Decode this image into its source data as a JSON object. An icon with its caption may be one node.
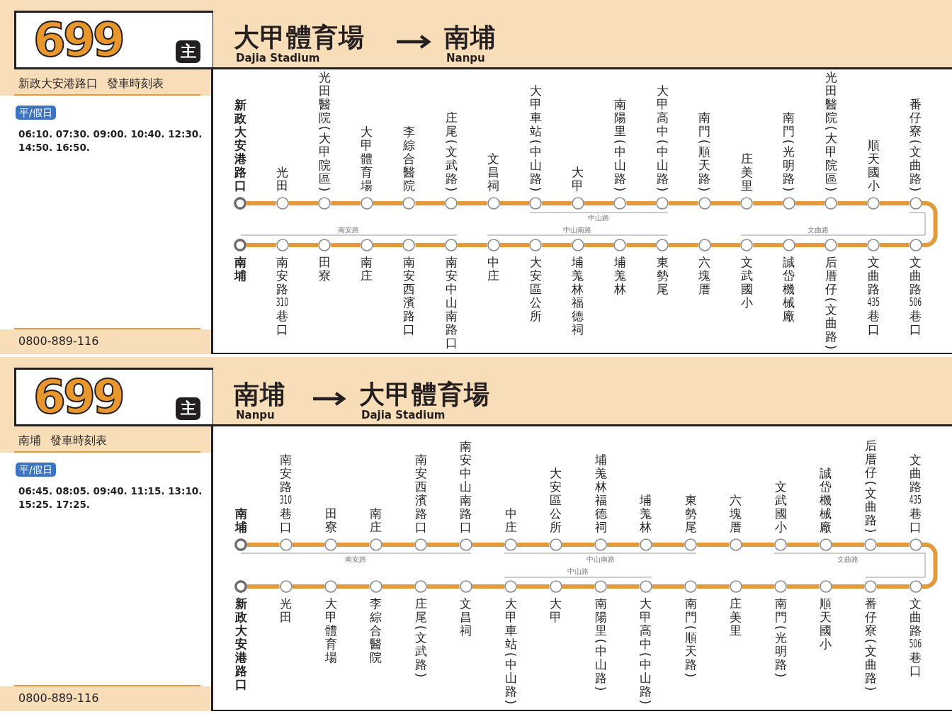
{
  "diagram": {
    "nodes": [
      {
        "text": [
          "699"
        ]
      },
      {
        "text": [
          "主"
        ],
        "in": 0
      },
      {
        "text": [
          "大甲體育場",
          "Dajia Stadium"
        ]
      },
      {
        "text": [
          "南埔",
          "Nanpu"
        ]
      },
      {
        "text": [
          "平/假日"
        ]
      },
      {
        "text": [
          "新政大安港路口"
        ]
      },
      {
        "text": [
          "光田"
        ]
      },
      {
        "text": [
          "光田醫院(大甲院區)"
        ]
      },
      {
        "text": [
          "大甲體育場"
        ]
      },
      {
        "text": [
          "李綜合醫院"
        ]
      },
      {
        "text": [
          "庄尾(文武路)"
        ]
      },
      {
        "text": [
          "文昌祠"
        ]
      },
      {
        "text": [
          "大甲車站(中山路)"
        ]
      },
      {
        "text": [
          "大甲"
        ]
      },
      {
        "text": [
          "南陽里(中山路)"
        ]
      },
      {
        "text": [
          "大甲高中(中山路)"
        ]
      },
      {
        "text": [
          "南門(順天路)"
        ]
      },
      {
        "text": [
          "庄美里"
        ]
      },
      {
        "text": [
          "南門(光明路)"
        ]
      },
      {
        "text": [
          "光田醫院(大甲院區)"
        ]
      },
      {
        "text": [
          "順天國小"
        ]
      },
      {
        "text": [
          "番仔寮(文曲路)"
        ]
      },
      {
        "text": [
          "南埔"
        ]
      },
      {
        "text": [
          "南安路310巷口"
        ]
      },
      {
        "text": [
          "田寮"
        ]
      },
      {
        "text": [
          "南庄"
        ]
      },
      {
        "text": [
          "南安西濱路口"
        ]
      },
      {
        "text": [
          "南安中山南路口"
        ]
      },
      {
        "text": [
          "中庄"
        ]
      },
      {
        "text": [
          "大安區公所"
        ]
      },
      {
        "text": [
          "埔羗林福德祠"
        ]
      },
      {
        "text": [
          "埔羗林"
        ]
      },
      {
        "text": [
          "東勢尾"
        ]
      },
      {
        "text": [
          "六塊厝"
        ]
      },
      {
        "text": [
          "文武國小"
        ]
      },
      {
        "text": [
          "誠岱機械廠"
        ]
      },
      {
        "text": [
          "后厝仔(文曲路)"
        ]
      },
      {
        "text": [
          "文曲路435巷口"
        ]
      },
      {
        "text": [
          "文曲路506巷口"
        ]
      },
      {
        "text": [
          "699"
        ]
      },
      {
        "text": [
          "主"
        ],
        "in": 39
      },
      {
        "text": [
          "南埔",
          "Nanpu"
        ]
      },
      {
        "text": [
          "大甲體育場",
          "Dajia Stadium"
        ]
      },
      {
        "text": [
          "平/假日"
        ]
      },
      {
        "text": [
          "南埔"
        ]
      },
      {
        "text": [
          "南安路310巷口"
        ]
      },
      {
        "text": [
          "田寮"
        ]
      },
      {
        "text": [
          "南庄"
        ]
      },
      {
        "text": [
          "南安西濱路口"
        ]
      },
      {
        "text": [
          "南安中山南路口"
        ]
      },
      {
        "text": [
          "中庄"
        ]
      },
      {
        "text": [
          "大安區公所"
        ]
      },
      {
        "text": [
          "埔羗林福德祠"
        ]
      },
      {
        "text": [
          "埔羗林"
        ]
      },
      {
        "text": [
          "東勢尾"
        ]
      },
      {
        "text": [
          "六塊厝"
        ]
      },
      {
        "text": [
          "文武國小"
        ]
      },
      {
        "text": [
          "誠岱機械廠"
        ]
      },
      {
        "text": [
          "后厝仔(文曲路)"
        ]
      },
      {
        "text": [
          "文曲路435巷口"
        ]
      },
      {
        "text": [
          "新政大安港路口"
        ]
      },
      {
        "text": [
          "光田"
        ]
      },
      {
        "text": [
          "大甲體育場"
        ]
      },
      {
        "text": [
          "李綜合醫院"
        ]
      },
      {
        "text": [
          "庄尾(文武路)"
        ]
      },
      {
        "text": [
          "文昌祠"
        ]
      },
      {
        "text": [
          "大甲車站(中山路)"
        ]
      },
      {
        "text": [
          "大甲"
        ]
      },
      {
        "text": [
          "南陽里(中山路)"
        ]
      },
      {
        "text": [
          "大甲高中(中山路)"
        ]
      },
      {
        "text": [
          "南門(順天路)"
        ]
      },
      {
        "text": [
          "庄美里"
        ]
      },
      {
        "text": [
          "南門(光明路)"
        ]
      },
      {
        "text": [
          "順天國小"
        ]
      },
      {
        "text": [
          "番仔寮(文曲路)"
        ]
      },
      {
        "text": [
          "文曲路506巷口"
        ]
      }
    ],
    "edges": [
      {
        "from": 2,
        "to": 3,
        "arrow": "to",
        "color": "#231f20"
      },
      {
        "from": 5,
        "to": 6,
        "arrow": "none"
      },
      {
        "from": 6,
        "to": 7,
        "arrow": "none"
      },
      {
        "from": 7,
        "to": 8,
        "arrow": "none"
      },
      {
        "from": 8,
        "to": 9,
        "arrow": "none"
      },
      {
        "from": 9,
        "to": 10,
        "arrow": "none"
      },
      {
        "from": 10,
        "to": 11,
        "arrow": "none"
      },
      {
        "from": 11,
        "to": 12,
        "arrow": "none"
      },
      {
        "from": 12,
        "to": 13,
        "arrow": "none"
      },
      {
        "from": 13,
        "to": 14,
        "arrow": "none"
      },
      {
        "from": 14,
        "to": 15,
        "arrow": "none"
      },
      {
        "from": 15,
        "to": 16,
        "arrow": "none"
      },
      {
        "from": 16,
        "to": 17,
        "arrow": "none"
      },
      {
        "from": 17,
        "to": 18,
        "arrow": "none"
      },
      {
        "from": 18,
        "to": 19,
        "arrow": "none"
      },
      {
        "from": 19,
        "to": 20,
        "arrow": "none"
      },
      {
        "from": 20,
        "to": 21,
        "arrow": "none"
      },
      {
        "from": 21,
        "to": 38,
        "arrow": "none"
      },
      {
        "from": 38,
        "to": 37,
        "arrow": "none"
      },
      {
        "from": 37,
        "to": 36,
        "arrow": "none"
      },
      {
        "from": 36,
        "to": 35,
        "arrow": "none"
      },
      {
        "from": 35,
        "to": 34,
        "arrow": "none"
      },
      {
        "from": 34,
        "to": 33,
        "arrow": "none"
      },
      {
        "from": 33,
        "to": 32,
        "arrow": "none"
      },
      {
        "from": 32,
        "to": 31,
        "arrow": "none"
      },
      {
        "from": 31,
        "to": 30,
        "arrow": "none"
      },
      {
        "from": 30,
        "to": 29,
        "arrow": "none"
      },
      {
        "from": 29,
        "to": 28,
        "arrow": "none"
      },
      {
        "from": 28,
        "to": 27,
        "arrow": "none"
      },
      {
        "from": 27,
        "to": 26,
        "arrow": "none"
      },
      {
        "from": 26,
        "to": 25,
        "arrow": "none"
      },
      {
        "from": 25,
        "to": 24,
        "arrow": "none"
      },
      {
        "from": 24,
        "to": 23,
        "arrow": "none"
      },
      {
        "from": 23,
        "to": 22,
        "arrow": "none"
      },
      {
        "from": 41,
        "to": 42,
        "arrow": "to",
        "color": "#231f20"
      },
      {
        "from": 44,
        "to": 45,
        "arrow": "none"
      },
      {
        "from": 45,
        "to": 46,
        "arrow": "none"
      },
      {
        "from": 46,
        "to": 47,
        "arrow": "none"
      },
      {
        "from": 47,
        "to": 48,
        "arrow": "none"
      },
      {
        "from": 48,
        "to": 49,
        "arrow": "none"
      },
      {
        "from": 49,
        "to": 50,
        "arrow": "none"
      },
      {
        "from": 50,
        "to": 51,
        "arrow": "none"
      },
      {
        "from": 51,
        "to": 52,
        "arrow": "none"
      },
      {
        "from": 52,
        "to": 53,
        "arrow": "none"
      },
      {
        "from": 53,
        "to": 54,
        "arrow": "none"
      },
      {
        "from": 54,
        "to": 55,
        "arrow": "none"
      },
      {
        "from": 55,
        "to": 56,
        "arrow": "none"
      },
      {
        "from": 56,
        "to": 57,
        "arrow": "none"
      },
      {
        "from": 57,
        "to": 58,
        "arrow": "none"
      },
      {
        "from": 58,
        "to": 59,
        "arrow": "none"
      },
      {
        "from": 59,
        "to": 75,
        "arrow": "none"
      },
      {
        "from": 75,
        "to": 74,
        "arrow": "none"
      },
      {
        "from": 74,
        "to": 73,
        "arrow": "none"
      },
      {
        "from": 73,
        "to": 72,
        "arrow": "none"
      },
      {
        "from": 72,
        "to": 71,
        "arrow": "none"
      },
      {
        "from": 71,
        "to": 70,
        "arrow": "none"
      },
      {
        "from": 70,
        "to": 69,
        "arrow": "none"
      },
      {
        "from": 69,
        "to": 68,
        "arrow": "none"
      },
      {
        "from": 68,
        "to": 67,
        "arrow": "none"
      },
      {
        "from": 67,
        "to": 66,
        "arrow": "none"
      },
      {
        "from": 66,
        "to": 65,
        "arrow": "none"
      },
      {
        "from": 65,
        "to": 64,
        "arrow": "none"
      },
      {
        "from": 64,
        "to": 63,
        "arrow": "none"
      },
      {
        "from": 63,
        "to": 62,
        "arrow": "none"
      },
      {
        "from": 62,
        "to": 61,
        "arrow": "none"
      },
      {
        "from": 61,
        "to": 60,
        "arrow": "none"
      }
    ],
    "labels": [
      "新政大安港路口 發車時刻表",
      "06:10. 07:30. 09:00. 10:40. 12:30. 14:50. 16:50.",
      "中山路",
      "南安路",
      "中山南路",
      "文曲路",
      "0800-889-116",
      "南埔 發車時刻表",
      "06:45. 08:05. 09:40. 11:15. 13:10. 15:25. 17:25.",
      "南安路",
      "中山南路",
      "文曲路",
      "中山路",
      "0800-889-116"
    ]
  }
}
